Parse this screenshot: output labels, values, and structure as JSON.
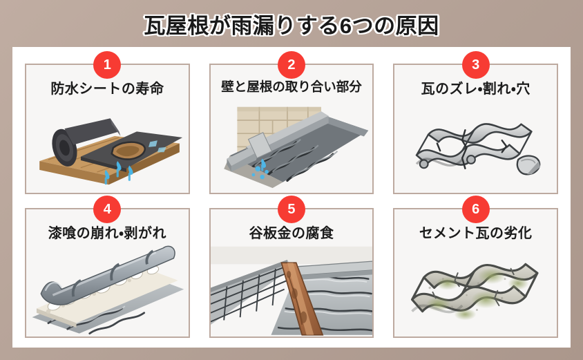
{
  "header": {
    "title": "瓦屋根が雨漏りする6つの原因",
    "title_color": "#191919",
    "outline_color": "#ffffff",
    "background_color": "#b3a095"
  },
  "theme": {
    "panel_background": "#ffffff",
    "card_background": "#f7f6f5",
    "card_border": "#bdaaa0",
    "badge_color": "#f73b33",
    "badge_text_color": "#ffffff",
    "text_color": "#1b1b1b"
  },
  "cards": [
    {
      "number": "1",
      "title": "防水シートの寿命",
      "illustration": "waterproof-sheet-roll-torn-with-water-drops",
      "illustration_colors": {
        "sheet": "#4a4a4c",
        "wood": "#c8a06a",
        "water": "#5bb8e8"
      }
    },
    {
      "number": "2",
      "title": "壁と屋根の取り合い部分",
      "illustration": "wall-roof-junction-flashing-leak",
      "illustration_colors": {
        "wall": "#d9cdb6",
        "flashing": "#b9bcbe",
        "tile": "#6d7175",
        "water": "#5bb8e8"
      }
    },
    {
      "number": "3",
      "title": "瓦のズレ・割れ・穴",
      "illustration": "cracked-broken-roof-tiles",
      "illustration_colors": {
        "tile": "#c9cacb",
        "shadow": "#6f7274"
      }
    },
    {
      "number": "4",
      "title": "漆喰の崩れ・剥がれ",
      "illustration": "ridge-tiles-crumbling-plaster",
      "illustration_colors": {
        "ridge": "#9aa2a8",
        "plaster": "#efece3",
        "tile": "#b6bbbe"
      }
    },
    {
      "number": "5",
      "title": "谷板金の腐食",
      "illustration": "corroded-valley-flashing",
      "illustration_colors": {
        "tile": "#b4b8ba",
        "valley_metal": "#b2724a"
      }
    },
    {
      "number": "6",
      "title": "セメント瓦の劣化",
      "illustration": "deteriorated-cement-tiles-with-moss",
      "illustration_colors": {
        "tile": "#cfcdc4",
        "moss": "#93a06a",
        "joint": "#4d4f4e"
      }
    }
  ]
}
